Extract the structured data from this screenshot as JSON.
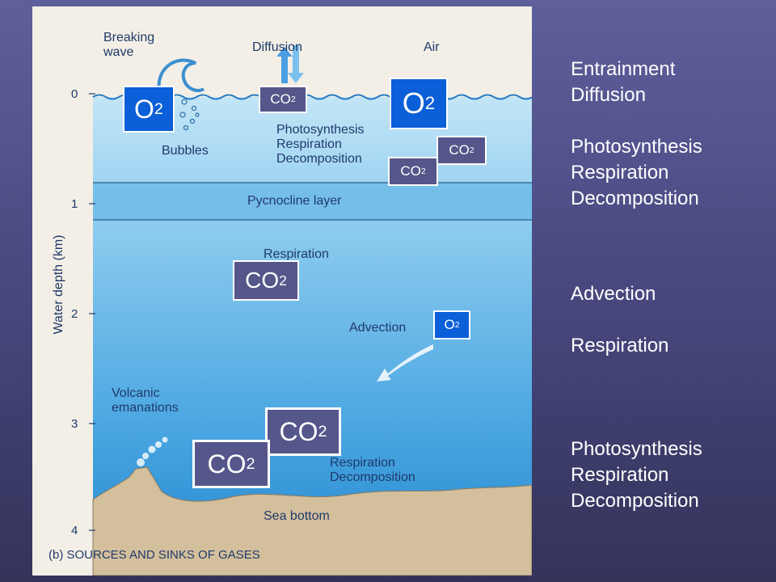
{
  "figure": {
    "caption": "(b) SOURCES AND SINKS OF GASES",
    "axis_label": "Water depth (km)",
    "ticks": [
      "0",
      "1",
      "2",
      "3",
      "4"
    ],
    "labels": {
      "breaking_wave": "Breaking wave",
      "diffusion": "Diffusion",
      "air": "Air",
      "bubbles": "Bubbles",
      "surface_processes": "Photosynthesis Respiration Decomposition",
      "pycnocline": "Pycnocline layer",
      "mid_respiration": "Respiration",
      "advection": "Advection",
      "volcanic": "Volcanic emanations",
      "bottom_processes": "Respiration Decomposition",
      "sea_bottom": "Sea bottom"
    },
    "colors": {
      "water_top": "#bfe3f6",
      "water_bottom": "#2a8fd6",
      "seafloor": "#d4bf9c",
      "text": "#1f3a6b"
    }
  },
  "gas_boxes": {
    "base_o2": "O",
    "base_co2": "CO",
    "subscript": "2"
  },
  "side_text": {
    "surface": "Entrainment\nDiffusion\n\nPhotosynthesis\nRespiration\nDecomposition",
    "middle": "Advection\n\nRespiration",
    "bottom": "Photosynthesis\nRespiration\nDecomposition"
  }
}
